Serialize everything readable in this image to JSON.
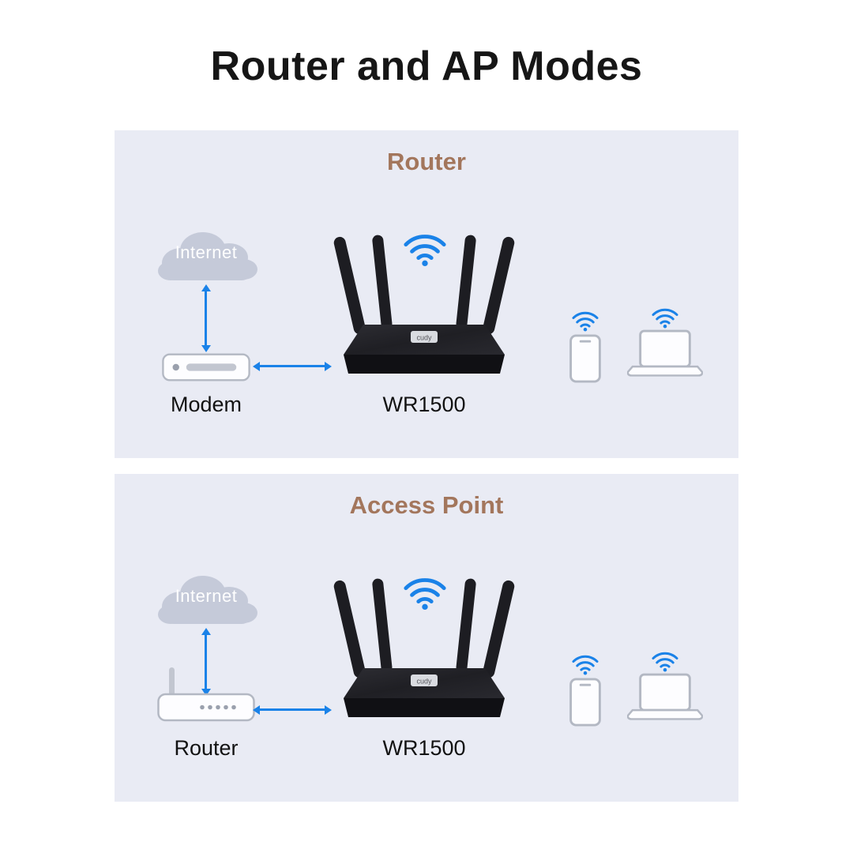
{
  "page_title": "Router and AP Modes",
  "device": {
    "brand": "cudy",
    "model": "WR1500"
  },
  "panels": [
    {
      "title": "Router",
      "cloud_label": "Internet",
      "source_label": "Modem",
      "router_label": "WR1500"
    },
    {
      "title": "Access Point",
      "cloud_label": "Internet",
      "source_label": "Router",
      "router_label": "WR1500"
    }
  ],
  "colors": {
    "accent_blue": "#1a82e8",
    "panel_bg": "#e9ebf4",
    "heading_brown": "#a3765c",
    "cloud_gray": "#c5cad9",
    "device_stroke": "#b3b8c3",
    "router_black": "#1d1d22",
    "label_text": "#121212"
  }
}
